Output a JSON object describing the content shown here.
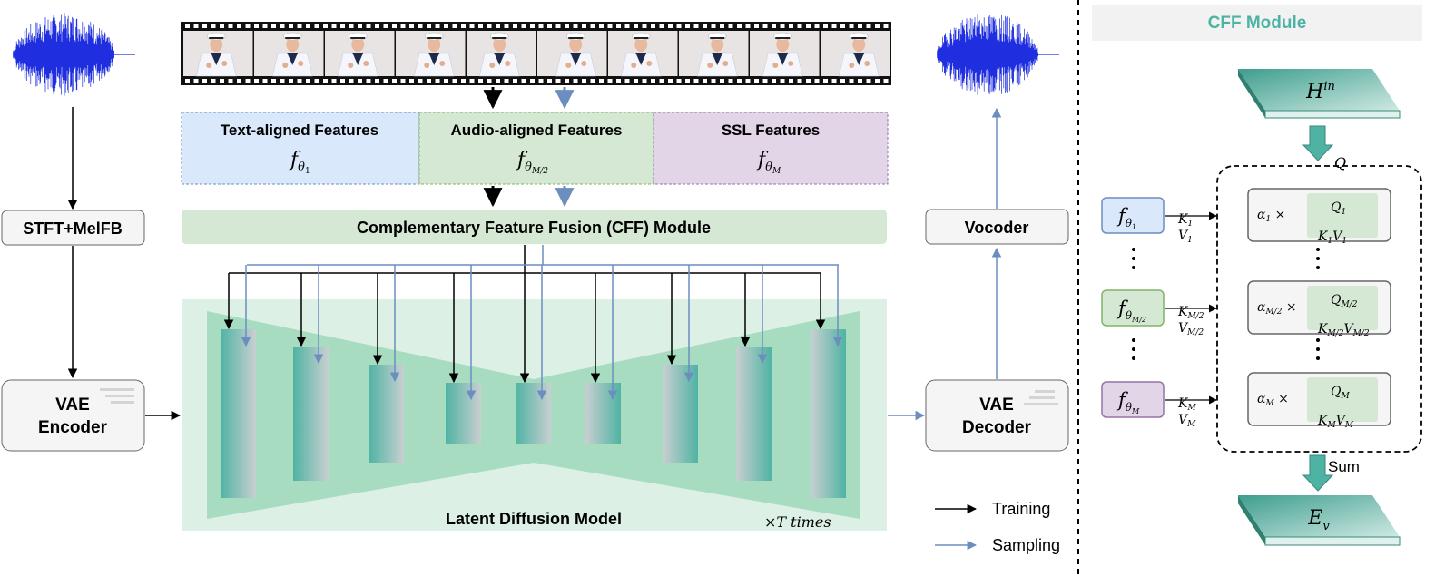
{
  "feature_boxes": {
    "text_aligned": {
      "title": "Text-aligned Features",
      "sym": "f",
      "sub": "θ",
      "subsub": "1"
    },
    "audio_aligned": {
      "title": "Audio-aligned Features",
      "sym": "f",
      "sub": "θ",
      "subsub": "M/2"
    },
    "ssl": {
      "title": "SSL Features",
      "sym": "f",
      "sub": "θ",
      "subsub": "M"
    }
  },
  "cff_bar_label": "Complementary Feature Fusion (CFF) Module",
  "ldm_label": "Latent Diffusion Model",
  "times_label": "×T times",
  "stft_label": "STFT+MelFB",
  "vae_encoder": {
    "line1": "VAE",
    "line2": "Encoder"
  },
  "vae_decoder": {
    "line1": "VAE",
    "line2": "Decoder"
  },
  "vocoder_label": "Vocoder",
  "legend": {
    "training": "Training",
    "sampling": "Sampling"
  },
  "cff_panel": {
    "title": "CFF Module",
    "h_in": {
      "base": "H",
      "sup": "in"
    },
    "q_label": "Q",
    "sum_label": "Sum",
    "e_v": {
      "base": "E",
      "sub": "v"
    },
    "rows": [
      {
        "f_sub": "1",
        "k": "K",
        "k_sub": "1",
        "v": "V",
        "v_sub": "1",
        "alpha": "α",
        "alpha_sub": "1",
        "q_sub": "1",
        "kv_k_sub": "1",
        "kv_v_sub": "1"
      },
      {
        "f_sub": "M/2",
        "k": "K",
        "k_sub": "M/2",
        "v": "V",
        "v_sub": "M/2",
        "alpha": "α",
        "alpha_sub": "M/2",
        "q_sub": "M/2",
        "kv_k_sub": "M/2",
        "kv_v_sub": "M/2"
      },
      {
        "f_sub": "M",
        "k": "K",
        "k_sub": "M",
        "v": "V",
        "v_sub": "M",
        "alpha": "α",
        "alpha_sub": "M",
        "q_sub": "M",
        "kv_k_sub": "M",
        "kv_v_sub": "M"
      }
    ]
  },
  "colors": {
    "training_arrow": "#000000",
    "sampling_arrow": "#6c8ebf",
    "teal": "#4fb3a3",
    "text_box": "#dae8fc",
    "audio_box": "#d5e8d4",
    "ssl_box": "#e1d5e7",
    "cff_bar": "#d5e8d4",
    "ldm_bg": "#ddf0e6",
    "hourglass": "#a8dcc0",
    "waveform": "#1f2fe0",
    "cff_title": "#4fb3a3"
  }
}
